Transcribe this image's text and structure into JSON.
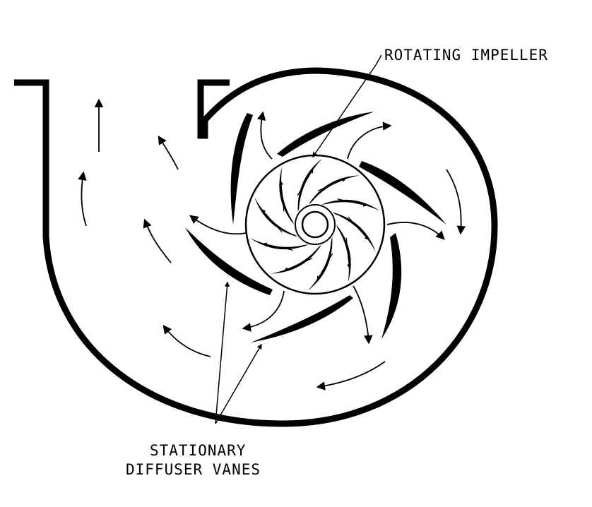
{
  "labels": {
    "impeller": "ROTATING IMPELLER",
    "diffuser_line1": "STATIONARY",
    "diffuser_line2": "DIFFUSER VANES"
  },
  "colors": {
    "ink": "#000000",
    "background": "#ffffff"
  }
}
